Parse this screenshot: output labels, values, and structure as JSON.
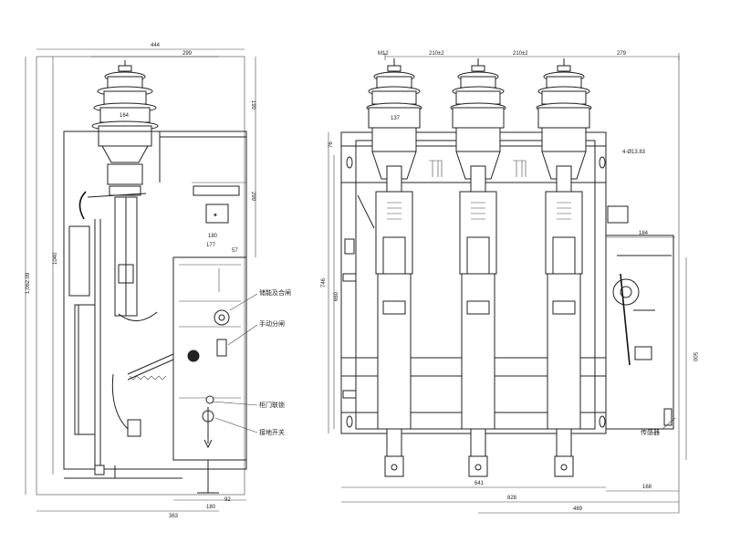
{
  "left_view": {
    "dimensions": {
      "width_444": "444",
      "width_299": "299",
      "height_190": "190",
      "width_164": "164",
      "height_299": "299",
      "width_180_top": "180",
      "width_177": "177",
      "width_57": "57",
      "height_1040": "1040",
      "height_1062": "1,062.09",
      "width_92": "92",
      "width_180_bottom": "180",
      "width_363": "363"
    },
    "callouts": {
      "c1": "储能及合闸",
      "c2": "手动分闸",
      "c3": "柜门联锁",
      "c4": "接地开关"
    }
  },
  "right_view": {
    "dimensions": {
      "m12": "M12",
      "pitch_a": "210±2",
      "pitch_b": "210±2",
      "width_279": "279",
      "width_137": "137",
      "height_76": "76",
      "holes": "4-Ø13.83",
      "height_746": "746",
      "height_660": "660",
      "width_184": "184",
      "height_500": "500",
      "width_641": "641",
      "width_168": "168",
      "width_828": "828",
      "width_489": "489"
    },
    "callouts": {
      "c5": "传感器"
    }
  }
}
